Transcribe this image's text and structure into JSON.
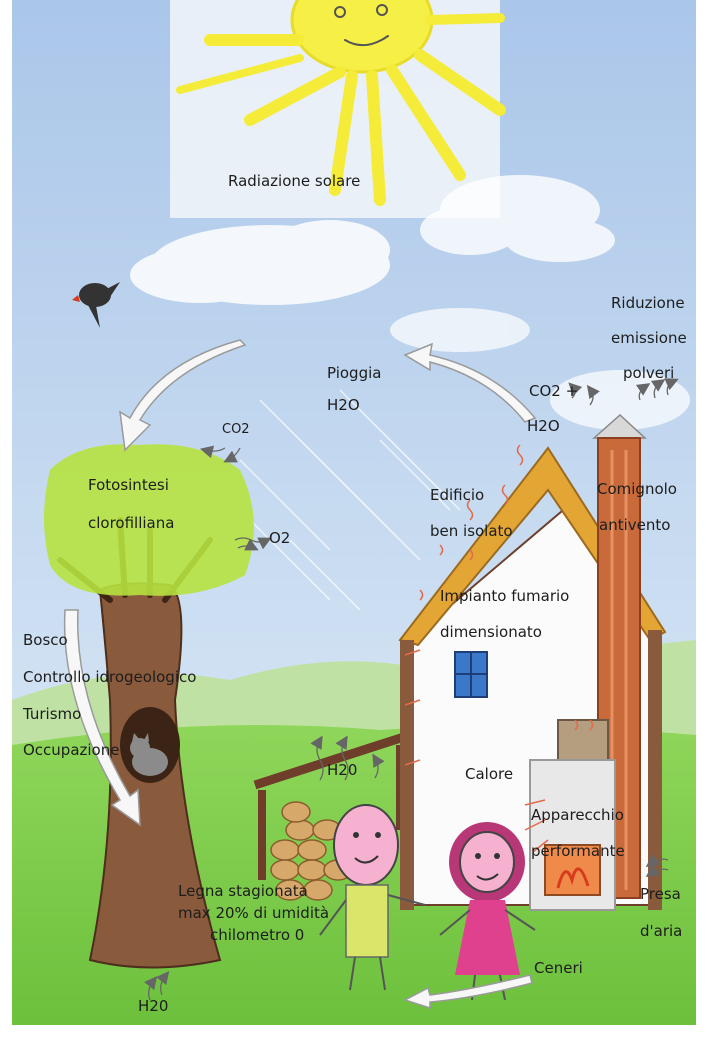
{
  "labels": {
    "solar_radiation": "Radiazione solare",
    "rain_title": "Pioggia",
    "rain_h2o": "H2O",
    "co2_tree": "CO2",
    "photosynthesis_1": "Fotosintesi",
    "photosynthesis_2": "clorofilliana",
    "o2": "O2",
    "co2_plus": "CO2 +",
    "h2o_chimney": "H2O",
    "reduction_1": "Riduzione",
    "reduction_2": "emissione",
    "reduction_3": "polveri",
    "building_1": "Edificio",
    "building_2": "ben isolato",
    "chimney_1": "Comignolo",
    "chimney_2": "antivento",
    "flue_1": "Impianto fumario",
    "flue_2": "dimensionato",
    "forest_1": "Bosco",
    "forest_2": "Controllo idrogeologico",
    "forest_3": "Turismo",
    "forest_4": "Occupazione",
    "h2o_woodshed": "H20",
    "heat": "Calore",
    "appliance_1": "Apparecchio",
    "appliance_2": "performante",
    "firewood_1": "Legna stagionata",
    "firewood_2": "max 20% di umidità",
    "firewood_3": "chilometro 0",
    "air_intake_1": "Presa",
    "air_intake_2": "d'aria",
    "ashes": "Ceneri",
    "h2o_ground": "H20"
  },
  "colors": {
    "sky_top": "#aac6e9",
    "sky_bottom": "#e4eef8",
    "grass": "#7ccc48",
    "sun": "#f4ec39",
    "foliage": "#b6e23f",
    "trunk": "#8a5a3c",
    "roof": "#e3a634",
    "chimney": "#c96a3a",
    "girl_dress": "#e0418f",
    "boy_face": "#f6b0d0"
  },
  "icons": [
    "sun-icon",
    "bird-icon",
    "cloud-icon",
    "tree-icon",
    "cat-icon",
    "house-icon",
    "window-icon",
    "chimney-icon",
    "stove-icon",
    "woodpile-icon",
    "boy-icon",
    "girl-icon",
    "arrow-icon"
  ]
}
